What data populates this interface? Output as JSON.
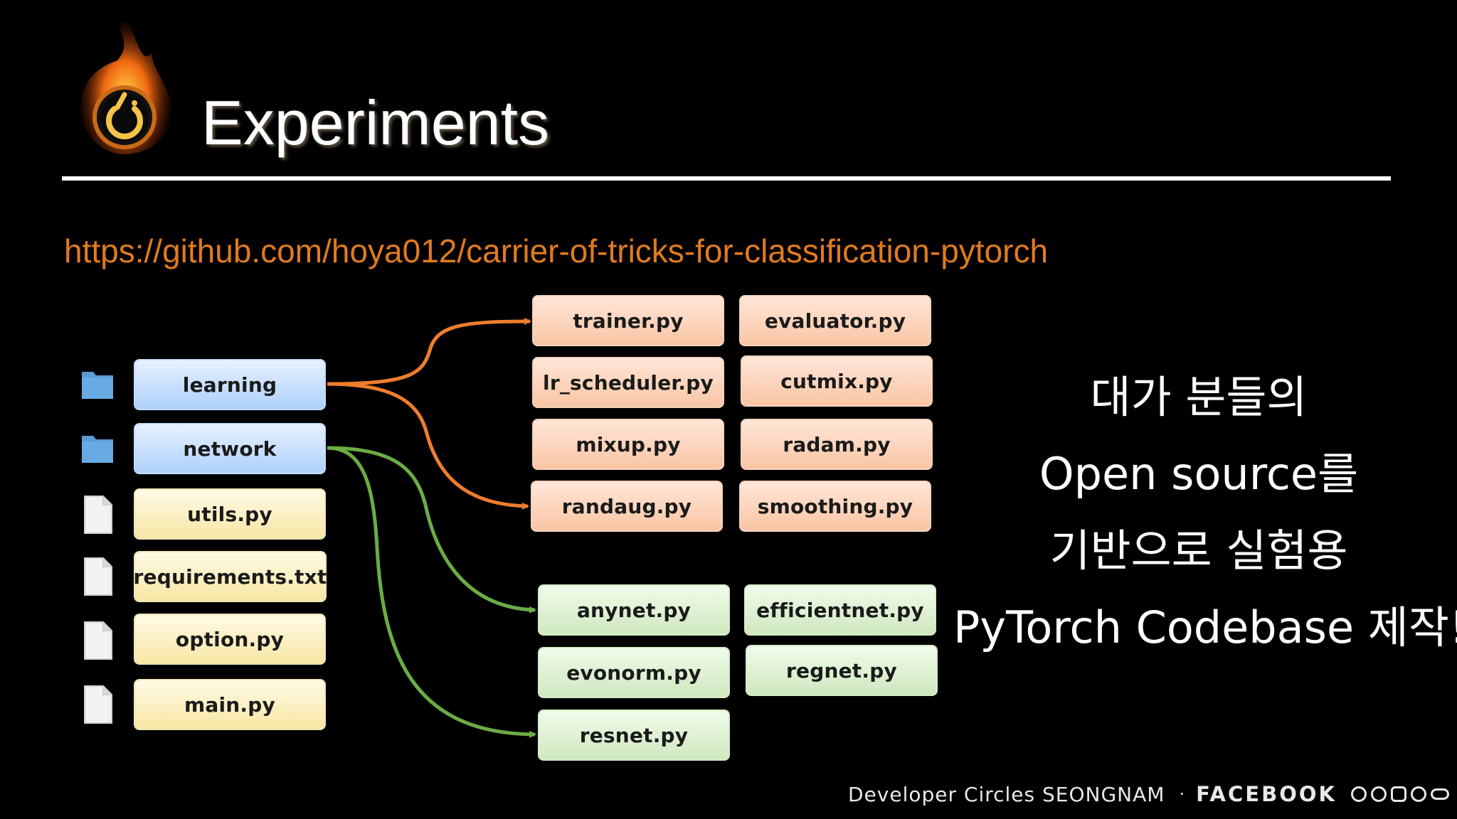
{
  "slide": {
    "title": "Experiments",
    "url": "https://github.com/hoya012/carrier-of-tricks-for-classification-pytorch"
  },
  "left_items": [
    {
      "label": "learning",
      "kind": "folder",
      "color": "blue"
    },
    {
      "label": "network",
      "kind": "folder",
      "color": "blue"
    },
    {
      "label": "utils.py",
      "kind": "file",
      "color": "yellow"
    },
    {
      "label": "requirements.txt",
      "kind": "file",
      "color": "yellow"
    },
    {
      "label": "option.py",
      "kind": "file",
      "color": "yellow"
    },
    {
      "label": "main.py",
      "kind": "file",
      "color": "yellow"
    }
  ],
  "learning_files": [
    "trainer.py",
    "evaluator.py",
    "lr_scheduler.py",
    "cutmix.py",
    "mixup.py",
    "radam.py",
    "randaug.py",
    "smoothing.py"
  ],
  "network_files": [
    "anynet.py",
    "efficientnet.py",
    "evonorm.py",
    "regnet.py",
    "resnet.py"
  ],
  "side_text": [
    "대가 분들의",
    "Open source를",
    "기반으로 실험용",
    "PyTorch Codebase 제작!"
  ],
  "footer": {
    "left": "Developer Circles SEONGNAM",
    "dot": "·",
    "right": "FACEBOOK"
  },
  "colors": {
    "url": "#e07b1f",
    "learning_arrow": "#ee7d2d",
    "network_arrow": "#6aad46",
    "folder_icon": "#5b9bd5"
  }
}
